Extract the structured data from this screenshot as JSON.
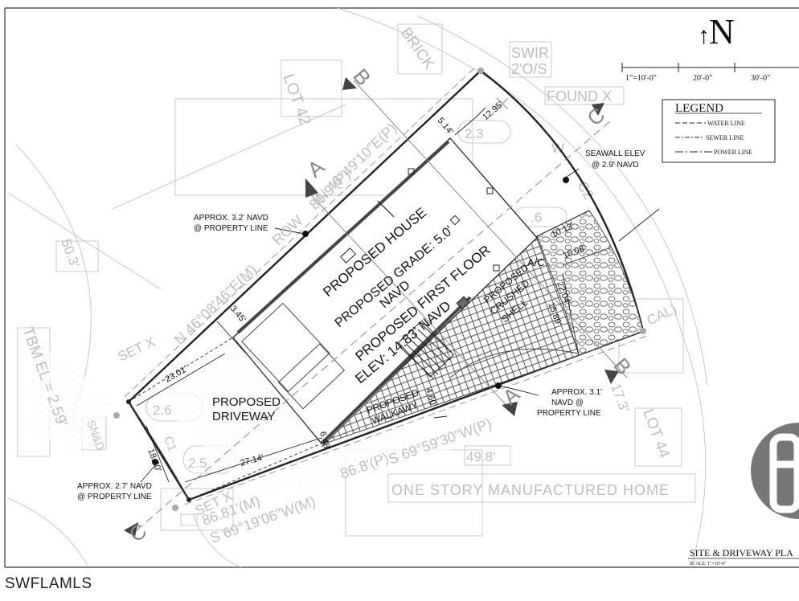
{
  "north": {
    "arrow": "↑",
    "letter": "N"
  },
  "scale_bar": {
    "t1": "1\"=10'-0\"",
    "t2": "20'-0\"",
    "t3": "30'-0\""
  },
  "legend": {
    "title": "LEGEND",
    "items": [
      {
        "label": "WATER LINE"
      },
      {
        "label": "SEWER LINE"
      },
      {
        "label": "POWER LINE"
      }
    ]
  },
  "labels": {
    "house": "PROPOSED HOUSE",
    "grade1": "PROPOSED GRADE: 5.0'",
    "grade2": "NAVD",
    "floor1": "PROPOSED FIRST FLOOR",
    "floor2": "ELEV: 14.83' NAVD",
    "driveway1": "PROPOSED",
    "driveway2": "DRIVEWAY",
    "walkway1": "PROPOSED",
    "walkway2": "WALKAWY",
    "shell1": "PROPOSED",
    "shell2": "CRUSHED",
    "shell3": "SHELL",
    "ac": "A/C"
  },
  "notes": {
    "n1a": "APPROX. 3.2' NAVD",
    "n1b": "@ PROPERTY LINE",
    "n2a": "SEAWALL ELEV",
    "n2b": "@ 2.9' NAVD",
    "n3a": "APPROX. 3.1'",
    "n3b": "NAVD @",
    "n3c": "PROPERTY LINE",
    "n4a": "APPROX. 2.7' NAVD",
    "n4b": "@ PROPERTY LINE"
  },
  "dims": {
    "d1": "12.95'",
    "d2": "5.14'",
    "d3": "10.13'",
    "d4": "10.08'",
    "d5": "22.04'",
    "d6": "15.89'",
    "d7": "3.45'",
    "d8": "23.01'",
    "d9": "4.60'",
    "d10": "6.48'",
    "d11": "27.14'",
    "d12": "18.30'"
  },
  "bearings": {
    "b1": "N 46°08'46\"E(M)",
    "b2": "ROW",
    "b3": "86.9'(P)",
    "b4": "N 46°49'10\"E(P)",
    "b5": "86.8'(P)",
    "b6": "S 69°59'30\"W(P)",
    "b7": "86.81'(M)",
    "b8": "S 69°19'06\"W(M)"
  },
  "background": {
    "lot42": "LOT 42",
    "lot44": "LOT 44",
    "brick": "BRICK",
    "swir": "SWIR",
    "swir2": "2'O/S",
    "found": "FOUND X",
    "set1": "SET X",
    "set2": "SET X",
    "tbm": "TBM EL = 2.59'",
    "sn": "SN&D",
    "g503": "50.3'",
    "g498": "49.8'",
    "g73": "17.3'",
    "g23": "2.3",
    "g26": "2.6",
    "g25": "2.5",
    "g6": ".6",
    "gc2": "C2",
    "gc1": "C1",
    "gcal": "CAL)",
    "gw": "W",
    "home": "ONE STORY MANUFACTURED HOME"
  },
  "sections": {
    "a": "A",
    "b": "B",
    "c": "C"
  },
  "title_block": {
    "title": "SITE & DRIVEWAY PLA",
    "scale": "SCALE: 1\"=10'-0\""
  },
  "watermark": "SWFLAMLS"
}
